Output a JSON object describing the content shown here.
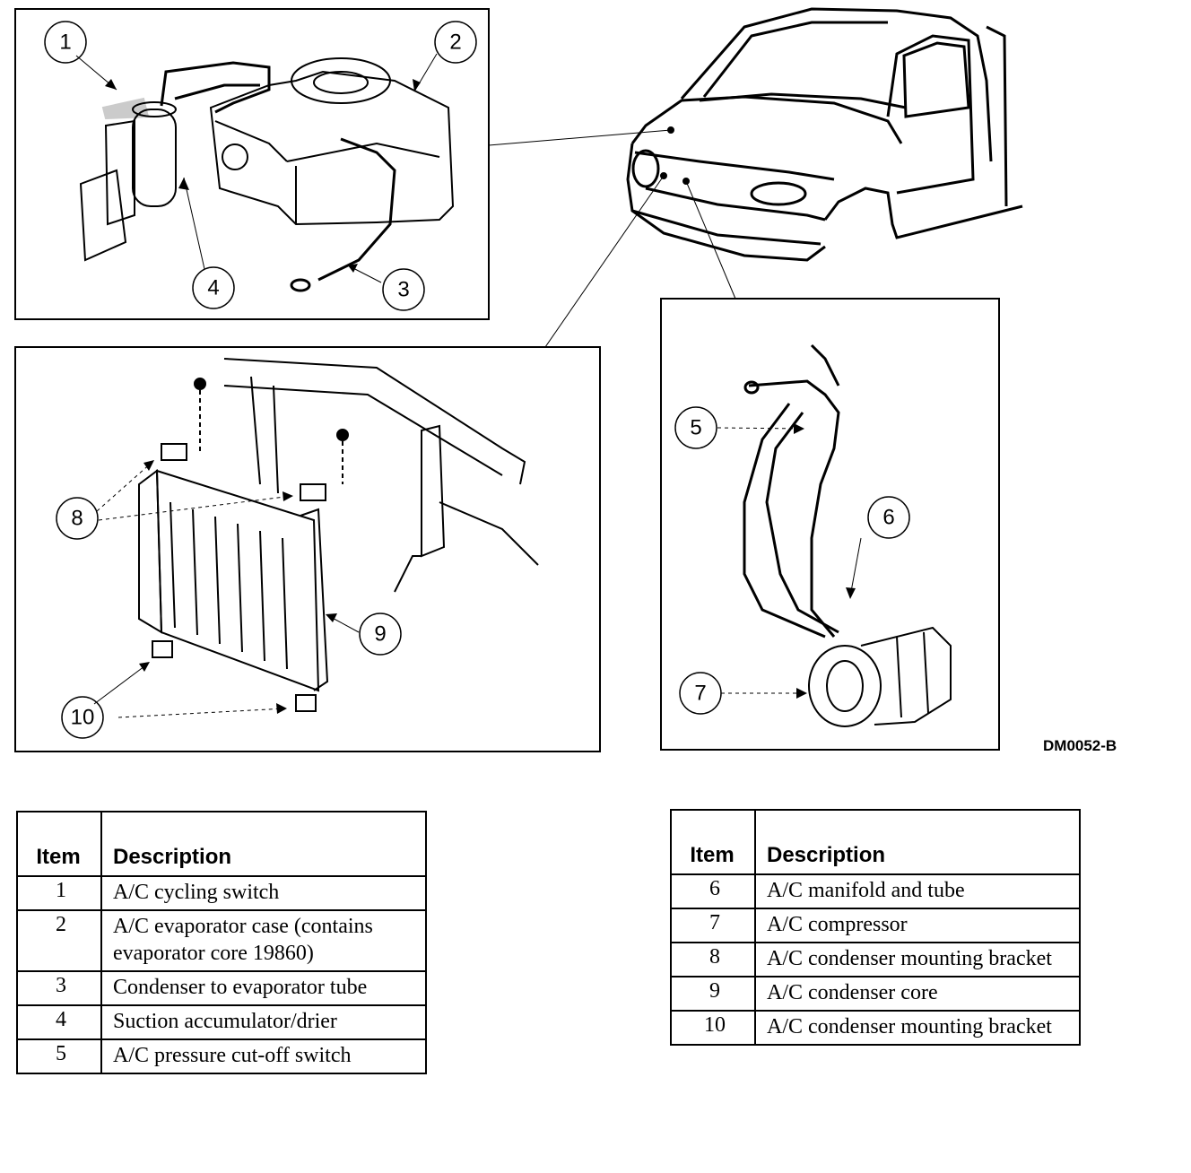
{
  "figure_code": "DM0052-B",
  "callouts": [
    "1",
    "2",
    "3",
    "4",
    "5",
    "6",
    "7",
    "8",
    "9",
    "10"
  ],
  "legend_header": {
    "item": "Item",
    "description": "Description"
  },
  "legend_left": [
    {
      "item": "1",
      "description": "A/C cycling switch"
    },
    {
      "item": "2",
      "description": "A/C evaporator case (contains evaporator core 19860)"
    },
    {
      "item": "3",
      "description": "Condenser to evaporator tube"
    },
    {
      "item": "4",
      "description": "Suction accumulator/drier"
    },
    {
      "item": "5",
      "description": "A/C pressure cut-off switch"
    }
  ],
  "legend_right": [
    {
      "item": "6",
      "description": "A/C manifold and tube"
    },
    {
      "item": "7",
      "description": "A/C compressor"
    },
    {
      "item": "8",
      "description": "A/C condenser mounting bracket"
    },
    {
      "item": "9",
      "description": "A/C condenser core"
    },
    {
      "item": "10",
      "description": "A/C condenser mounting bracket"
    }
  ]
}
